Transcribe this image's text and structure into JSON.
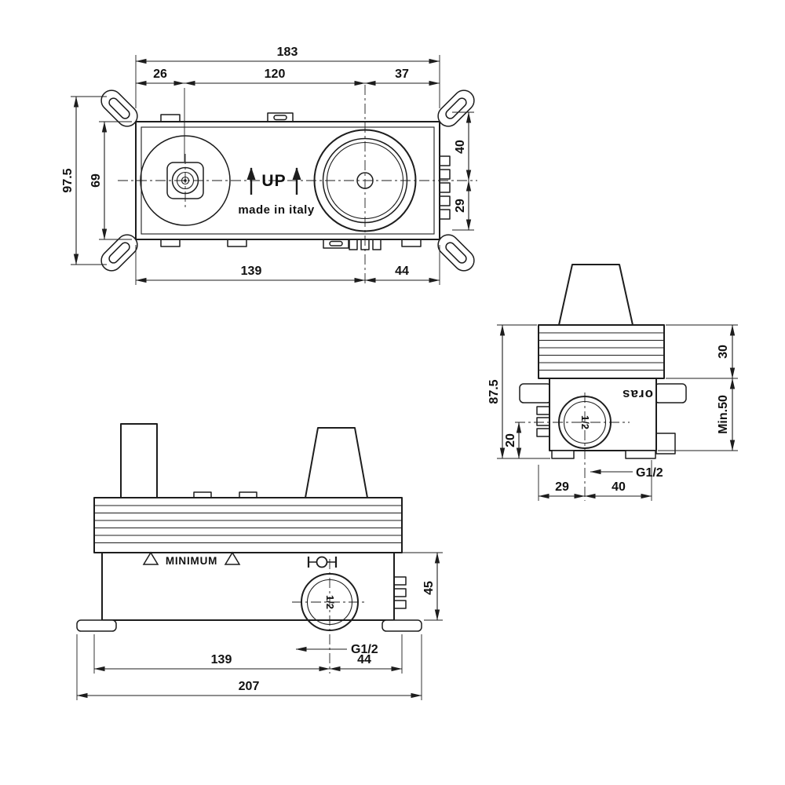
{
  "drawing_type": "concealed-valve-installation-dimensions",
  "front_view": {
    "labels": {
      "up": "UP",
      "origin": "made in italy"
    },
    "dims": {
      "width_total": "183",
      "width_left": "26",
      "width_center": "120",
      "width_right": "37",
      "height_total": "97.5",
      "height_body": "69",
      "right_upper": "40",
      "right_lower": "29",
      "bottom_left": "139",
      "bottom_right": "44"
    }
  },
  "side_view": {
    "labels": {
      "brand": "oras",
      "outlet": "1/2",
      "thread": "G1/2"
    },
    "dims": {
      "height_total": "87.5",
      "plate": "30",
      "depth_min": "Min.50",
      "outlet_offset": "20",
      "bottom_left": "29",
      "bottom_right": "40"
    }
  },
  "bottom_view": {
    "labels": {
      "minimum": "MINIMUM",
      "outlet": "1/2",
      "thread": "G1/2"
    },
    "dims": {
      "height_body": "45",
      "bottom_left": "139",
      "bottom_right": "44",
      "width_total": "207"
    }
  }
}
